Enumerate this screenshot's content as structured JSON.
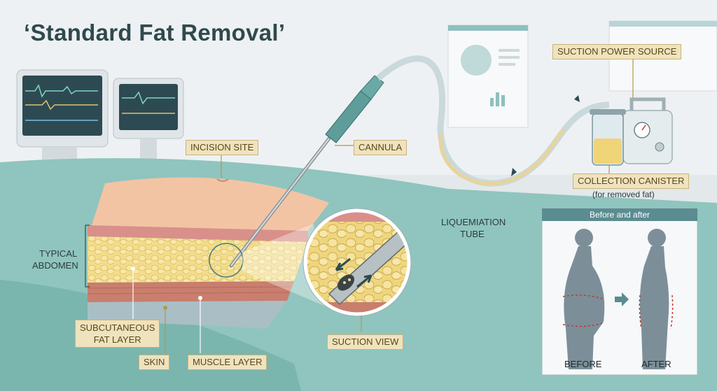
{
  "title": "‘Standard Fat Removal’",
  "labels": {
    "incision_site": "INCISION SITE",
    "cannula": "CANNULA",
    "suction_power_source": "SUCTION POWER SOURCE",
    "collection_canister": "COLLECTION CANISTER",
    "collection_canister_note": "(for removed fat)",
    "liquefaction_tube_line1": "LIQUEMIATION",
    "liquefaction_tube_line2": "TUBE",
    "typical_abdomen_line1": "TYPICAL",
    "typical_abdomen_line2": "ABDOMEN",
    "subcutaneous_fat_line1": "SUBCUTANEOUS",
    "subcutaneous_fat_line2": "FAT LAYER",
    "skin": "SKIN",
    "muscle_layer": "MUSCLE LAYER",
    "suction_view": "SUCTION VIEW"
  },
  "before_after": {
    "header": "Before and after",
    "before": "BEFORE",
    "after": "AFTER"
  },
  "colors": {
    "fat": "#f3dc8a",
    "skin": "#f2c4a4",
    "muscle": "#c97e6e",
    "drape": "#8fc5be",
    "accent_teal": "#5a8c91",
    "tag_fill": "#efe3bf"
  },
  "icons": [
    "patient-monitor-icon",
    "suction-machine-icon",
    "silhouette-before-icon",
    "silhouette-after-icon",
    "arrow-right-icon"
  ]
}
